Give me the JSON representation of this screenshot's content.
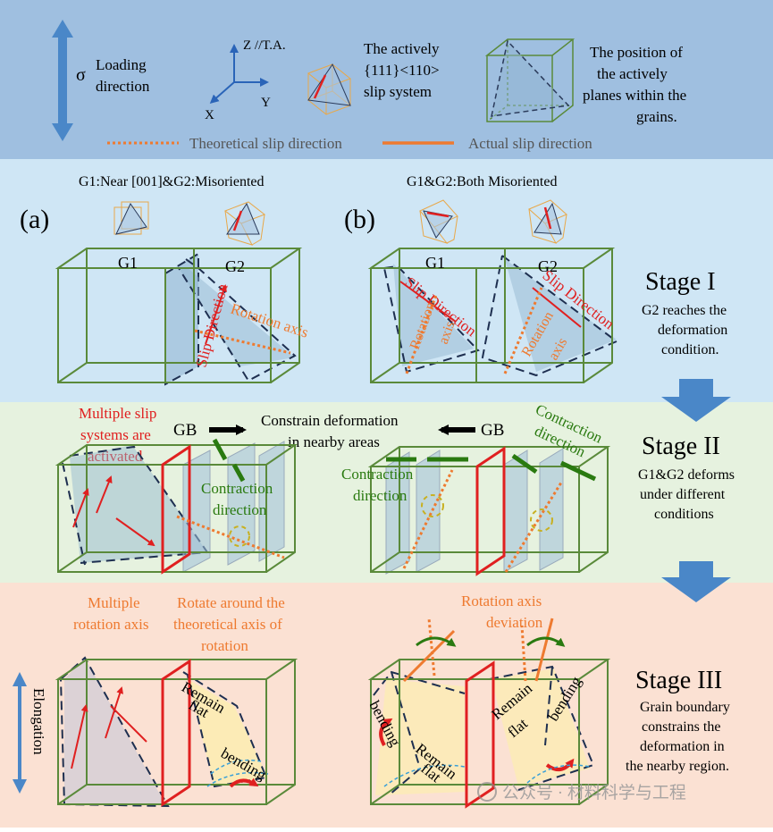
{
  "legend": {
    "sigma": "σ",
    "loading_direction_line1": "Loading",
    "loading_direction_line2": "direction",
    "axis_z": "Z //T.A.",
    "axis_x": "X",
    "axis_y": "Y",
    "slip_system_line1": "The actively",
    "slip_system_line2": "{111}<110>",
    "slip_system_line3": "slip system",
    "planes_line1": "The position of",
    "planes_line2": "the  actively",
    "planes_line3": "planes within the",
    "planes_line4": "grains.",
    "theoretical_slip": "Theoretical slip direction",
    "actual_slip": "Actual slip direction"
  },
  "stage1": {
    "title_a": "G1:Near [001]&G2:Misoriented",
    "title_b": "G1&G2:Both Misoriented",
    "label_a": "(a)",
    "label_b": "(b)",
    "g1": "G1",
    "g2": "G2",
    "slip_direction": "Slip Direction",
    "rotation_axis": "Rotation axis",
    "rotation_line1": "Rotation",
    "rotation_line2": "axis",
    "stage_title": "Stage I",
    "desc_line1": "G2 reaches the",
    "desc_line2": "deformation",
    "desc_line3": "condition."
  },
  "stage2": {
    "multiple_line1": "Multiple slip",
    "multiple_line2": "systems are",
    "multiple_line3": "activated",
    "gb_left": "GB",
    "gb_right": "GB",
    "constrain_line1": "Constrain deformation",
    "constrain_line2": "in nearby areas",
    "contraction_line1": "Contraction",
    "contraction_line2": "direction",
    "stage_title": "Stage II",
    "desc_line1": "G1&G2 deforms",
    "desc_line2": "under different",
    "desc_line3": "conditions"
  },
  "stage3": {
    "multiple_rot_line1": "Multiple",
    "multiple_rot_line2": "rotation axis",
    "rotate_around_line1": "Rotate around the",
    "rotate_around_line2": "theoretical axis of",
    "rotate_around_line3": "rotation",
    "deviation_line1": "Rotation axis",
    "deviation_line2": "deviation",
    "elongation": "Elongation",
    "remain": "Remain",
    "flat": "flat",
    "bending": "bending",
    "stage_title": "Stage III",
    "desc_line1": "Grain boundary",
    "desc_line2": "constrains the",
    "desc_line3": "deformation in",
    "desc_line4": "the nearby region."
  },
  "watermark": "公众号 · 材料科学与工程",
  "colors": {
    "legend_bg": "#9fbfe0",
    "stage1_bg": "#cfe6f5",
    "stage2_bg": "#e6f2df",
    "stage3_bg": "#fbe1d3",
    "box_green": "#5a8a3a",
    "plane_dash": "#2a3a5a",
    "plane_fill": "#8fb3cf",
    "slip_red": "#e02020",
    "orange": "#ee7a30",
    "contraction_green": "#2a7a10",
    "arrow_blue": "#4a87c8"
  }
}
